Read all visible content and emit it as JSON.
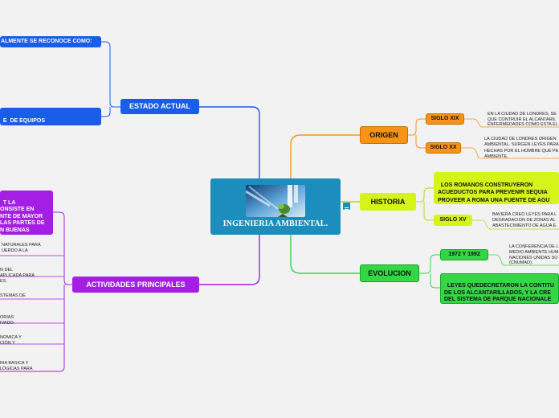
{
  "center": {
    "title": "INGENIERIA AMBIENTAL.",
    "image": "lab-pipette-image",
    "note_icon": "note-icon"
  },
  "estado_actual": {
    "label": "ESTADO ACTUAL",
    "children": [
      "ALMENTE SE RECONOCE COMO:",
      "E  DE EQUIPOS\nLINARIOS:"
    ]
  },
  "origen": {
    "label": "ORIGEN",
    "children": [
      {
        "label": "SIGLO XIX",
        "text": "EN LA CIUDAD DE LONDRES, SE\nQUE CONTRUIR EL ALCANTARIL\nENFERMEDADES COMO ESTA EL"
      },
      {
        "label": "SIGLO XX",
        "text": "LA CIUDAD DE LONDRES ORIGEN\nAMBIENTAL. SURGEN LEYES PARA\nHECHAS POR EL HOMBRE QUE PE\nAMBIENTE."
      }
    ]
  },
  "historia": {
    "label": "HISTORIA",
    "children": [
      {
        "label": "LOS ROMANOS CONSTRUYERON\nACUEDUCTOS PARA PREVENIR SEQUIA\nPROVEER A ROMA UNA FUENTE DE AGU\nSALUDABLE."
      },
      {
        "label": "SIGLO XV",
        "text": "BAVIERA CREO LEYES PARA L\nDEGRADACION DE ZONAS AL\nABASTECIMIENTO DE AGUA E"
      }
    ]
  },
  "evolucion": {
    "label": "EVOLUCION",
    "children": [
      {
        "label": "1972 Y 1992",
        "text": "LA CONFERENCIA DE L\nMEDIO AMBIENTE HUM\nNACIONES UNIDAS SO\n(CNUMAD)."
      },
      {
        "label": "LEYES QUEDECRETARON LA CONTITU\nDE LOS ALCANTARILLADOS, Y LA CRE\nDEL SISTEMA DE PARQUE NACIONALE\nESTADOS UNIDOS."
      }
    ]
  },
  "actividades": {
    "label": "ACTIVIDADES PRINCIPALES",
    "top_child": "T LA\nONSISTE EN\nNTE DE MAYOR\nLAS PARTES DE\nN BUENAS",
    "children": [
      "NATURALES PARA\nUERDO A LA",
      "N DEL\nAPLICADA PARA\nES.",
      "STEMAS DE",
      "ORÍAS\nIVADO.",
      "NÓMICA Y\nCIÓN Y",
      "RÍA BÁSICA Y\nLÓGICAS PARA"
    ]
  },
  "colors": {
    "background": "#f2f2f2",
    "center": "#1c8dbd",
    "estado_actual": "#1a5de8",
    "origen": "#f79418",
    "historia": "#d5f51a",
    "evolucion": "#34d646",
    "actividades": "#a51ee6"
  }
}
